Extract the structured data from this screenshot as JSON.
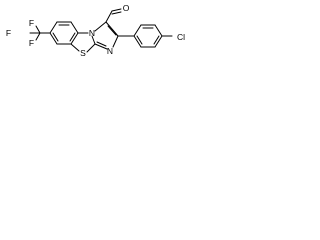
{
  "molecule": {
    "labels": {
      "aldehyde_oxygen": "O",
      "ring_n_bridge": "N",
      "ring_n_lower": "N",
      "sulfur": "S",
      "chlorine": "Cl",
      "fluorine_1": "F",
      "fluorine_2": "F",
      "fluorine_3": "F"
    }
  }
}
